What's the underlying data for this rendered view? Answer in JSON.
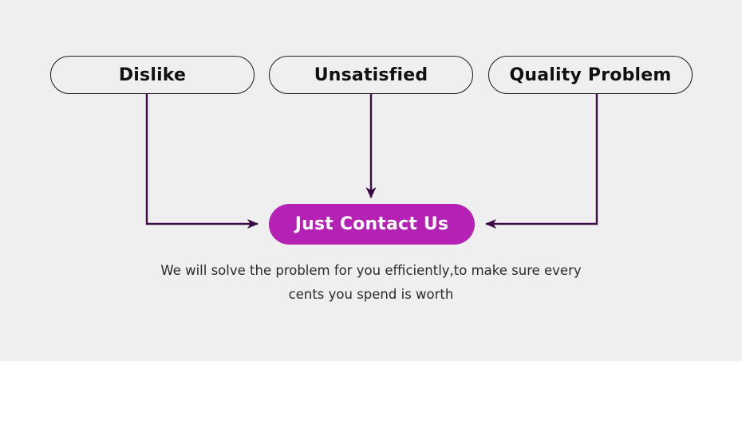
{
  "page": {
    "background_color": "#ffffff",
    "panel_color": "#efefef"
  },
  "theme": {
    "accent_color": "#b521b5",
    "connector_color": "#3b0b46",
    "box_border_color": "#1a1a1a",
    "box_text_color": "#111111",
    "caption_text_color": "#2b2b2b",
    "cta_text_color": "#ffffff"
  },
  "diagram": {
    "type": "flow",
    "reason_boxes": [
      {
        "id": "dislike",
        "label": "Dislike"
      },
      {
        "id": "unsatisfied",
        "label": "Unsatisfied"
      },
      {
        "id": "quality-problem",
        "label": "Quality Problem"
      }
    ],
    "cta": {
      "label": "Just Contact Us"
    },
    "caption": {
      "line1": "We will solve the problem for you efficiently,to make sure every",
      "line2": "cents you spend is worth"
    },
    "connectors": [
      {
        "from": "dislike",
        "to": "cta",
        "direction": "right"
      },
      {
        "from": "unsatisfied",
        "to": "cta",
        "direction": "down"
      },
      {
        "from": "quality-problem",
        "to": "cta",
        "direction": "left"
      }
    ]
  }
}
